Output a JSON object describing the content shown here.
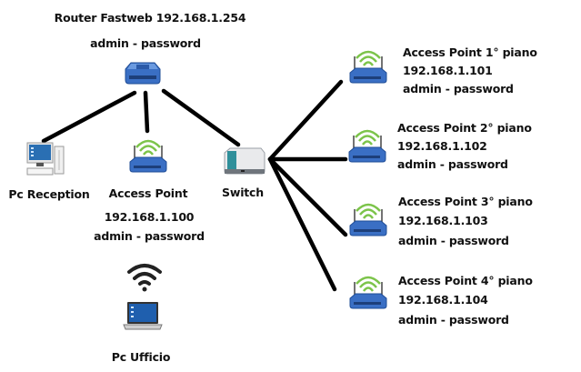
{
  "router": {
    "title": "Router Fastweb 192.168.1.254",
    "credentials": "admin - password",
    "icon": "router-icon"
  },
  "pc_reception": {
    "label": "Pc Reception",
    "icon": "desktop-pc-icon"
  },
  "access_point_main": {
    "label": "Access Point",
    "ip": "192.168.1.100",
    "credentials": "admin - password",
    "icon": "wireless-access-point-icon"
  },
  "switch": {
    "label": "Switch",
    "icon": "network-switch-icon"
  },
  "pc_ufficio": {
    "label": "Pc Ufficio",
    "icon": "laptop-icon",
    "link_icon": "wifi-icon"
  },
  "floor_access_points": [
    {
      "label": "Access Point 1° piano",
      "ip": "192.168.1.101",
      "credentials": "admin - password"
    },
    {
      "label": "Access Point 2° piano",
      "ip": "192.168.1.102",
      "credentials": "admin - password"
    },
    {
      "label": "Access Point 3° piano",
      "ip": "192.168.1.103",
      "credentials": "admin - password"
    },
    {
      "label": "Access Point 4° piano",
      "ip": "192.168.1.104",
      "credentials": "admin - password"
    }
  ],
  "colors": {
    "device_blue": "#3a6fc4",
    "wifi_green": "#7cc44a",
    "link_black": "#000000"
  }
}
